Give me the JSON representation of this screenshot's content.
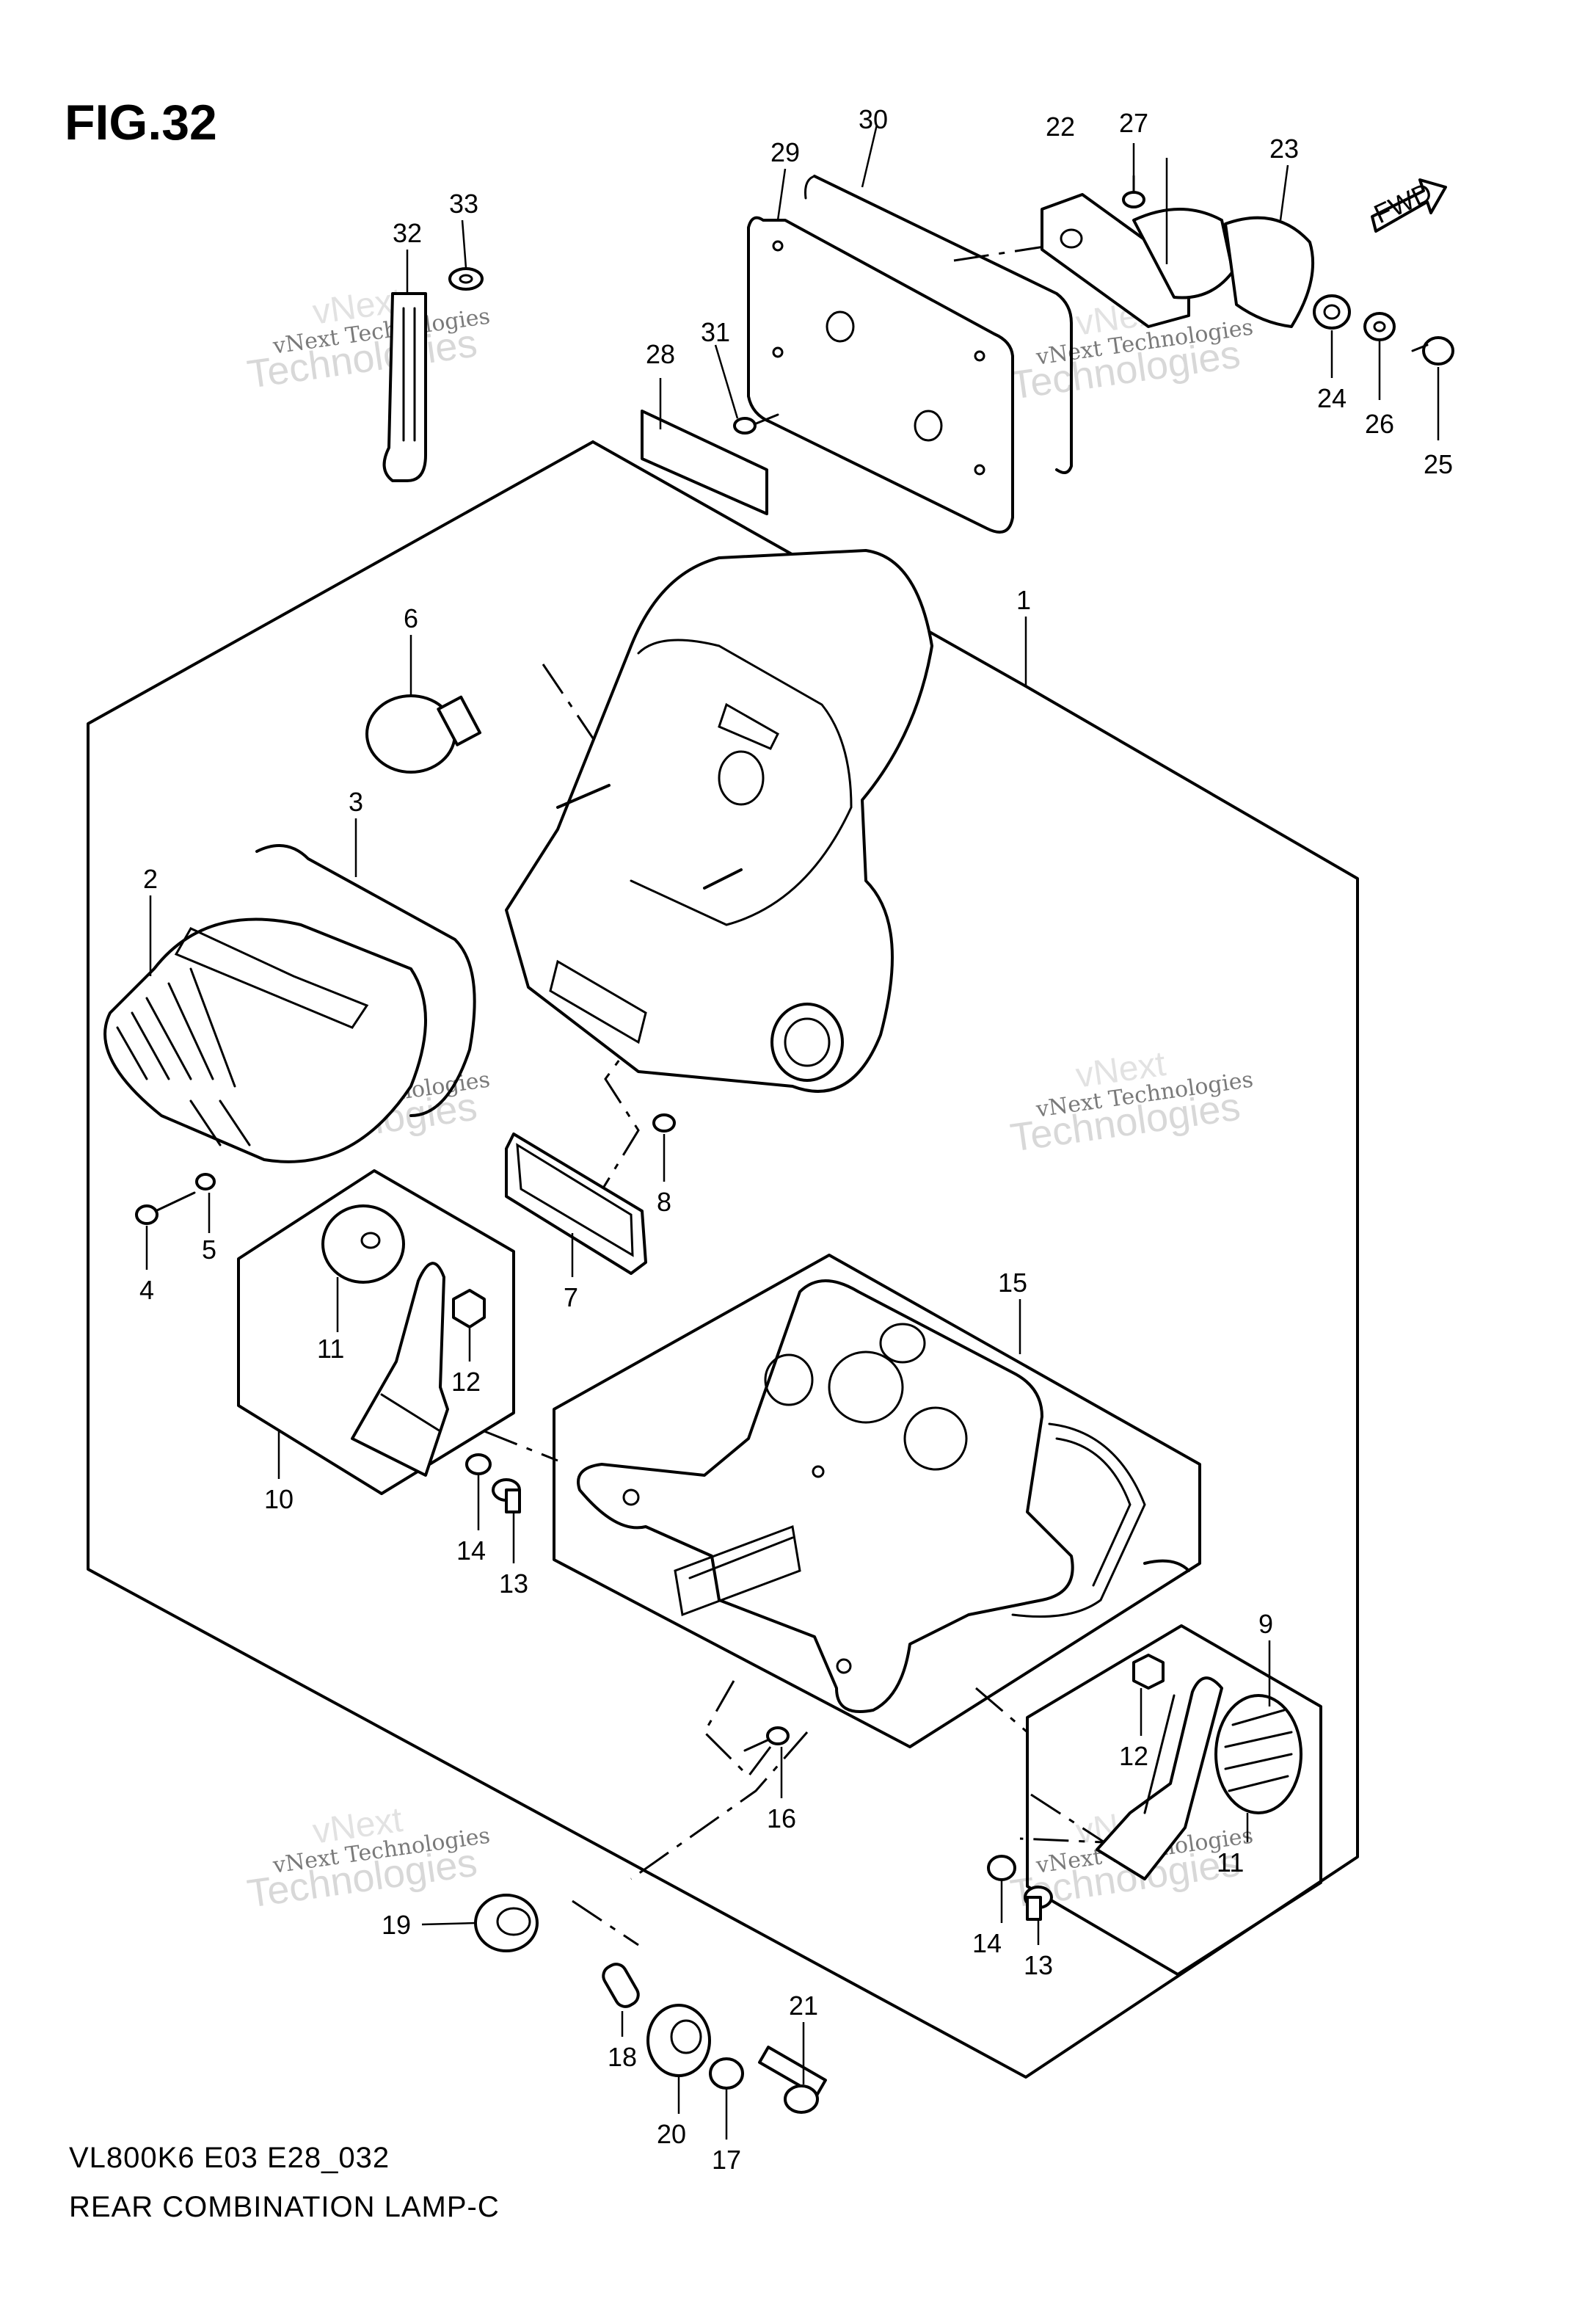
{
  "figure": {
    "title": "FIG.32",
    "model_line": "VL800K6 E03 E28_032",
    "caption": "REAR COMBINATION LAMP-C"
  },
  "watermark": {
    "line1": "vNext Technologies",
    "big": "Technologies",
    "small": "vNext"
  },
  "fwd_label": "FWD",
  "callouts": [
    "1",
    "2",
    "3",
    "4",
    "5",
    "6",
    "7",
    "8",
    "9",
    "10",
    "11",
    "11",
    "12",
    "12",
    "13",
    "13",
    "14",
    "14",
    "15",
    "16",
    "17",
    "18",
    "19",
    "20",
    "21",
    "22",
    "23",
    "24",
    "25",
    "26",
    "27",
    "28",
    "29",
    "30",
    "31",
    "32",
    "33"
  ],
  "colors": {
    "line": "#000000",
    "background": "#ffffff",
    "watermark": "#7a7a7a"
  }
}
